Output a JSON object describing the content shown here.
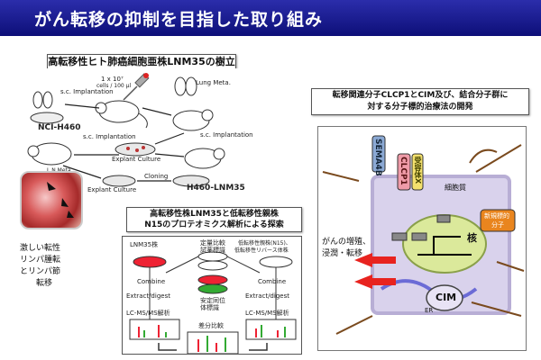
{
  "header": {
    "title": "がん転移の抑制を目指した取り組み"
  },
  "panel1": {
    "label": "高転移性ヒト肺癌細胞亜株LNM35の樹立",
    "dose": "1 x 10⁷",
    "dose_unit": "cells / 100 μl",
    "sc_implantation_1": "s.c. Implantation",
    "lung_meta": "Lung Meta.",
    "ncih460": "NCI-H460",
    "sc_implantation_2": "s.c. Implantation",
    "sc_implantation_3": "s.c. Implantation",
    "ln_meta": "L.N.Meta.",
    "explant_culture_1": "Explant Culture",
    "explant_culture_2": "Explant Culture",
    "cloning": "Cloning",
    "h460lnm35": "H460-LNM35"
  },
  "photo": {
    "caption_line1": "激しい転性",
    "caption_line2": "リンパ腫転",
    "caption_line3": "とリンパ節",
    "caption_line4": "転移"
  },
  "panel2": {
    "label_line1": "高転移性株LNM35と低転移性親株",
    "label_line2": "N15のプロテオミクス解析による探索",
    "lnm_strain": "LNM35株",
    "quant_line1": "定量比較",
    "quant_line2": "試薬標識",
    "low_strain_line1": "低転移性親株(N15)、",
    "low_strain_line2": "低転移性リバース体株",
    "combine_left": "Combine",
    "combine_right": "Combine",
    "extract_left": "Extract/digest",
    "extract_right": "Extract/digest",
    "stable_line1": "安定同位",
    "stable_line2": "体標識",
    "lcms_left": "LC-MS/MS解析",
    "lcms_right": "LC-MS/MS解析",
    "diff_compare": "差分比較"
  },
  "panel3": {
    "label_line1": "転移関連分子CLCP1とCIM及び、結合分子群に",
    "label_line2": "対する分子標的治療法の開発",
    "sema4b": "SEMA4B",
    "clcp1": "CLCP1",
    "receptor": "受容体X",
    "cytoplasm": "細胞質",
    "novel_line1": "新規標的",
    "novel_line2": "分子",
    "nucleus": "核",
    "cancer_line1": "がんの増殖、",
    "cancer_line2": "浸潤・転移",
    "cim": "CIM",
    "er": "ER"
  },
  "colors": {
    "banner_dark": "#0d0f78",
    "banner_light": "#2b2dab",
    "cell": "#d9d2ec",
    "nucleus": "#dbe99b",
    "clcp1": "#ef9ba8",
    "sema4b": "#8ba9d4",
    "receptor": "#f3e06d",
    "novel": "#e9851e",
    "arrow_red": "#e8231f"
  }
}
